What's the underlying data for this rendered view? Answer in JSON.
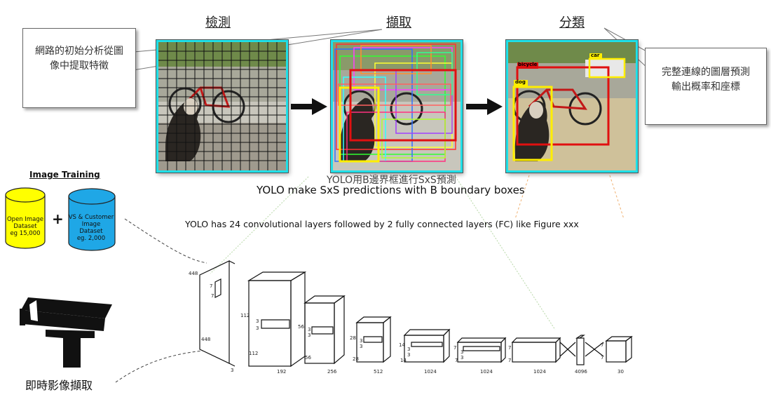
{
  "headings": {
    "detect": "檢測",
    "extract": "擷取",
    "classify": "分類"
  },
  "callouts": {
    "left": [
      "網路的初始分析從圖",
      "像中提取特徵"
    ],
    "right": [
      "完整連線的圖層預測",
      "輸出概率和座標"
    ]
  },
  "labels": {
    "bicycle": "bicycle",
    "car": "car",
    "dog": "dog"
  },
  "captions": {
    "line1": "YOLO用B邊界框進行SxS預測",
    "line2": "YOLO make SxS predictions with B boundary boxes",
    "line3": "YOLO has 24 convolutional layers followed by 2 fully connected layers (FC) like Figure xxx"
  },
  "training": {
    "title": "Image Training",
    "db1": [
      "Open Image",
      "Dataset",
      "eg 15,000"
    ],
    "plus": "+",
    "db2": [
      "VS & Customer",
      "Image",
      "Dataset",
      "eg. 2,000"
    ],
    "colors": {
      "db1": "#ffff00",
      "db2": "#1fa7e6"
    }
  },
  "camera_caption": "即時影像擷取",
  "network": {
    "input": {
      "side": "448",
      "bottom": "448",
      "kernel_a": "7",
      "kernel_b": "7",
      "channels": "3"
    },
    "block1": {
      "side": "112",
      "bottom": "112",
      "k_a": "3",
      "k_b": "3",
      "channels": "192"
    },
    "block2": {
      "side": "56",
      "bottom": "56",
      "k_a": "3",
      "k_b": "3",
      "channels": "256"
    },
    "block3": {
      "side": "28",
      "bottom": "28",
      "k_a": "3",
      "k_b": "3",
      "channels": "512"
    },
    "block4": {
      "side": "14",
      "bottom": "14",
      "k_a": "3",
      "k_b": "3",
      "channels": "1024"
    },
    "block5": {
      "side": "7",
      "bottom": "7",
      "k_a": "3",
      "k_b": "3",
      "channels": "1024"
    },
    "block6": {
      "side": "7",
      "bottom": "7",
      "channels": "1024"
    },
    "fc1": {
      "channels": "4096"
    },
    "output": {
      "side": "7",
      "bottom": "7",
      "channels": "30"
    }
  }
}
